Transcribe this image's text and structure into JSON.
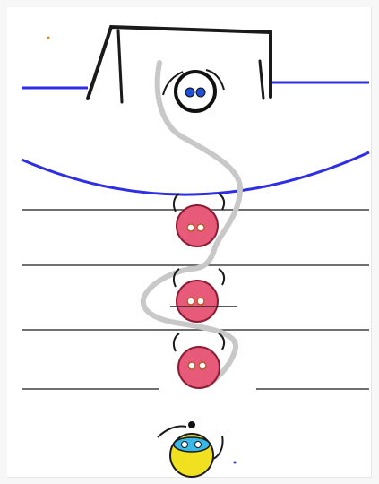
{
  "scene": {
    "background": "#ffffff",
    "pitch_line_color": "#2e2ee6",
    "lane_line_color": "#404040",
    "goal_color": "#1a1a1a",
    "path_color": "#c8c8c8",
    "player_color": "#e85a7a",
    "goalkeeper_cap_color": "#ffffff",
    "attacker_color": "#f0e020",
    "attacker_eye_color": "#39b8e6",
    "defender_count": 3,
    "players": [
      {
        "role": "goalkeeper",
        "icon": "goalkeeper-icon"
      },
      {
        "role": "defender",
        "icon": "defender-icon"
      },
      {
        "role": "defender",
        "icon": "defender-icon"
      },
      {
        "role": "defender",
        "icon": "defender-icon"
      },
      {
        "role": "attacker",
        "icon": "attacker-icon"
      }
    ],
    "ball": {
      "icon": "ball-icon",
      "color": "#111111"
    }
  }
}
